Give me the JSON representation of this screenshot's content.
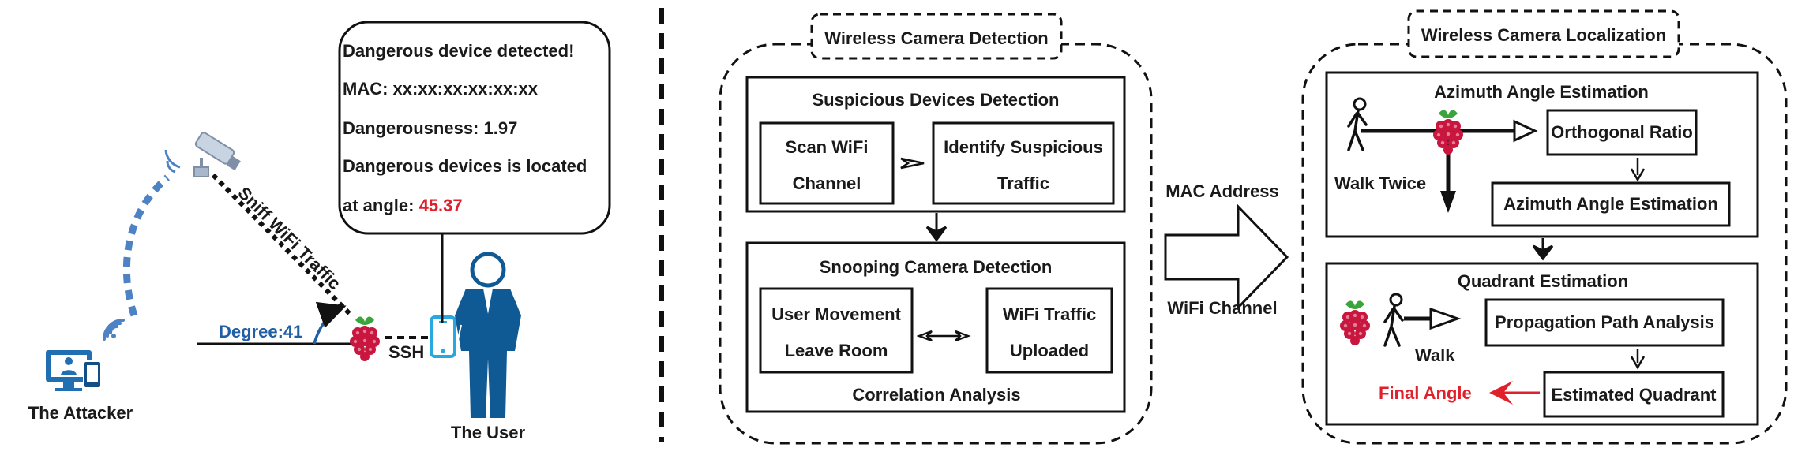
{
  "scene": {
    "attacker_label": "The Attacker",
    "user_label": "The User",
    "sniff_label": "Sniff WiFi Traffic",
    "degree_label": "Degree:41",
    "ssh_label": "SSH",
    "alert": {
      "line1": "Dangerous device detected!",
      "line2": "MAC: xx:xx:xx:xx:xx:xx",
      "line3": "Dangerousness: 1.97",
      "line4": "Dangerous devices is located",
      "line5_prefix": "at angle: ",
      "line5_value": "45.37"
    }
  },
  "detection": {
    "title": "Wireless Camera Detection",
    "suspicious": {
      "title": "Suspicious Devices Detection",
      "box1_line1": "Scan WiFi",
      "box1_line2": "Channel",
      "box2_line1": "Identify Suspicious",
      "box2_line2": "Traffic"
    },
    "snooping": {
      "title": "Snooping Camera Detection",
      "box1_line1": "User Movement",
      "box1_line2": "Leave Room",
      "box2_line1": "WiFi Traffic",
      "box2_line2": "Uploaded",
      "footer": "Correlation Analysis"
    }
  },
  "transfer": {
    "top": "MAC Address",
    "bottom": "WiFi Channel"
  },
  "localization": {
    "title": "Wireless Camera Localization",
    "azimuth": {
      "title": "Azimuth Angle Estimation",
      "walk_label": "Walk Twice",
      "box1": "Orthogonal Ratio",
      "box2": "Azimuth Angle Estimation"
    },
    "quadrant": {
      "title": "Quadrant Estimation",
      "walk_label": "Walk",
      "box1": "Propagation Path Analysis",
      "box2": "Estimated Quadrant",
      "final": "Final Angle"
    }
  },
  "colors": {
    "accent_red": "#e0202a",
    "accent_blue": "#1f5fa6",
    "user_blue": "#0f5a95",
    "raspberry": "#c8163f",
    "leaf": "#3aa53a",
    "wifi": "#4d83c4"
  }
}
